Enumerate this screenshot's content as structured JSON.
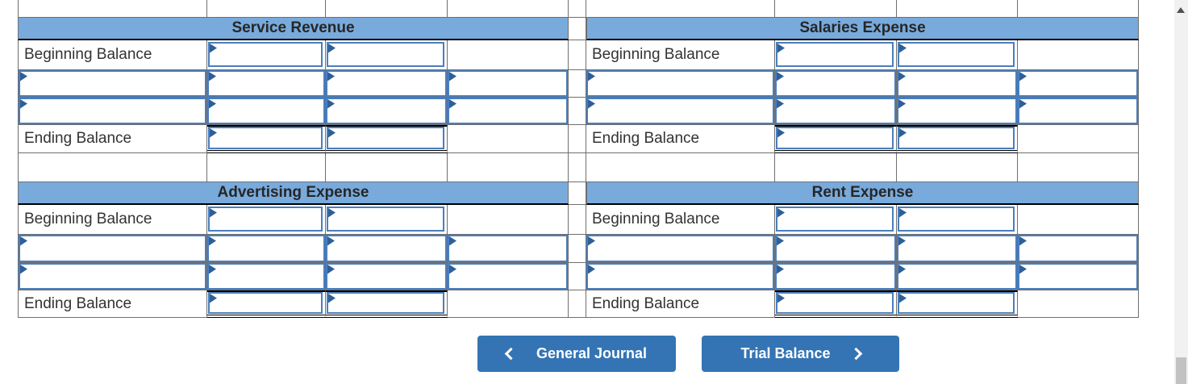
{
  "app_context": "t-accounts-worksheet",
  "accounts": [
    {
      "title": "Service Revenue"
    },
    {
      "title": "Salaries Expense"
    },
    {
      "title": "Advertising Expense"
    },
    {
      "title": "Rent Expense"
    }
  ],
  "labels": {
    "beginning_balance": "Beginning Balance",
    "ending_balance": "Ending Balance"
  },
  "cells": {
    "value": "",
    "marker": "cell-flag"
  },
  "nav_buttons": {
    "previous": "General Journal",
    "next": "Trial Balance"
  },
  "scrollbar": {
    "up_icon": "up-arrow",
    "thumb_position": "bottom"
  },
  "colors": {
    "header_blue": "#79aadc",
    "input_border_blue": "#4a7ebd",
    "flag_blue": "#2e5f99",
    "button_blue": "#3474b4",
    "grid_border_gray": "#6f6f6f",
    "emphasis_black": "#000000",
    "text": "#333333",
    "scroll_track": "#f1f1f1",
    "scroll_thumb": "#c2c2c2"
  }
}
